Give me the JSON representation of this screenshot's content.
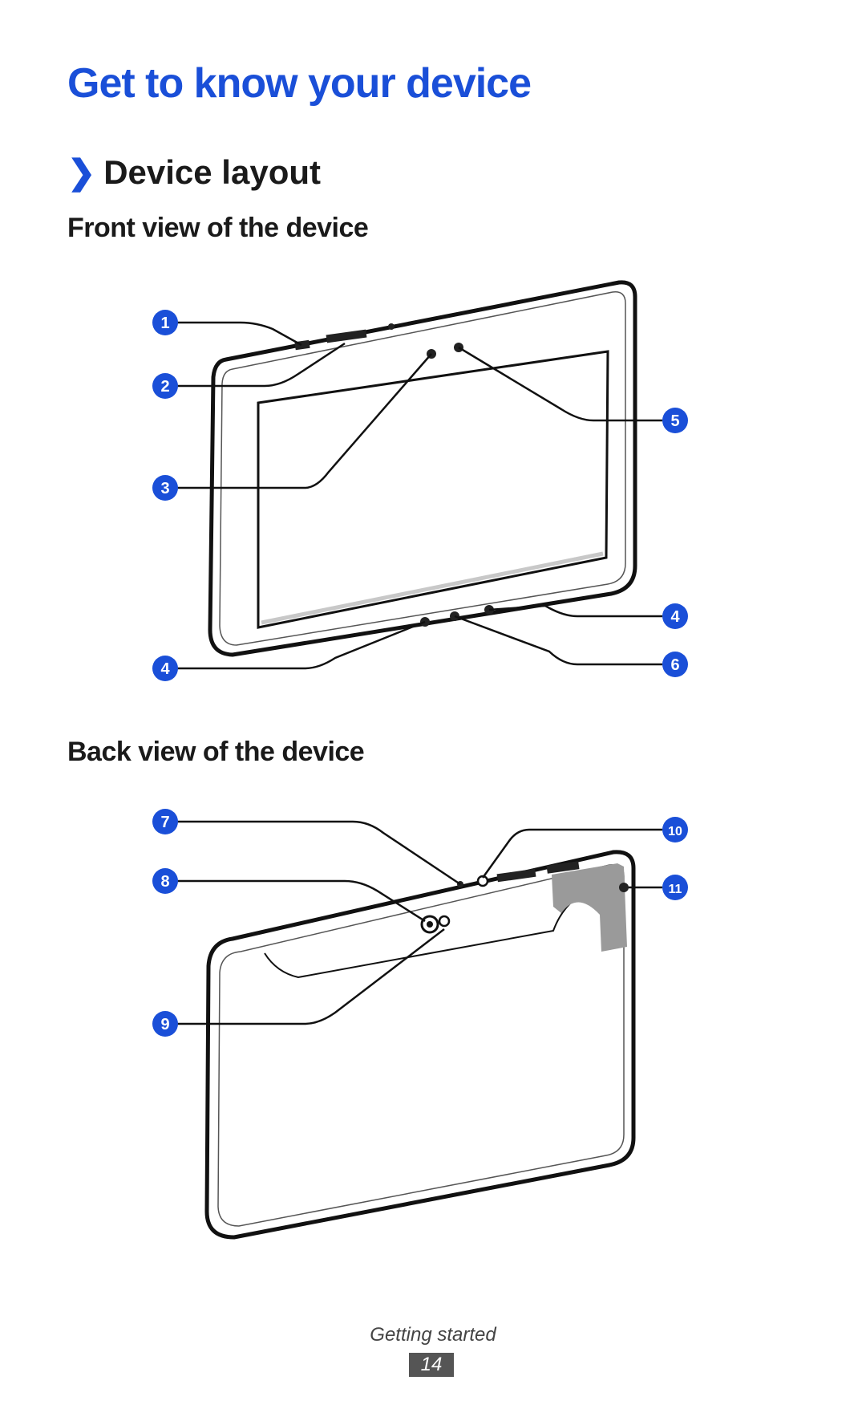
{
  "page": {
    "title": "Get to know your device",
    "section": {
      "chevron": "❯",
      "heading": "Device layout"
    },
    "front_view": {
      "heading": "Front view of the device",
      "callouts": [
        "1",
        "2",
        "3",
        "4",
        "4",
        "5",
        "6"
      ]
    },
    "back_view": {
      "heading": "Back view of the device",
      "callouts": [
        "7",
        "8",
        "9",
        "10",
        "11"
      ]
    },
    "footer": {
      "label": "Getting started",
      "page_number": "14"
    }
  },
  "colors": {
    "accent": "#1a4fd8",
    "callout": "#1a4fd8",
    "device_outline": "#111111",
    "highlight": "#9a9a9a"
  }
}
